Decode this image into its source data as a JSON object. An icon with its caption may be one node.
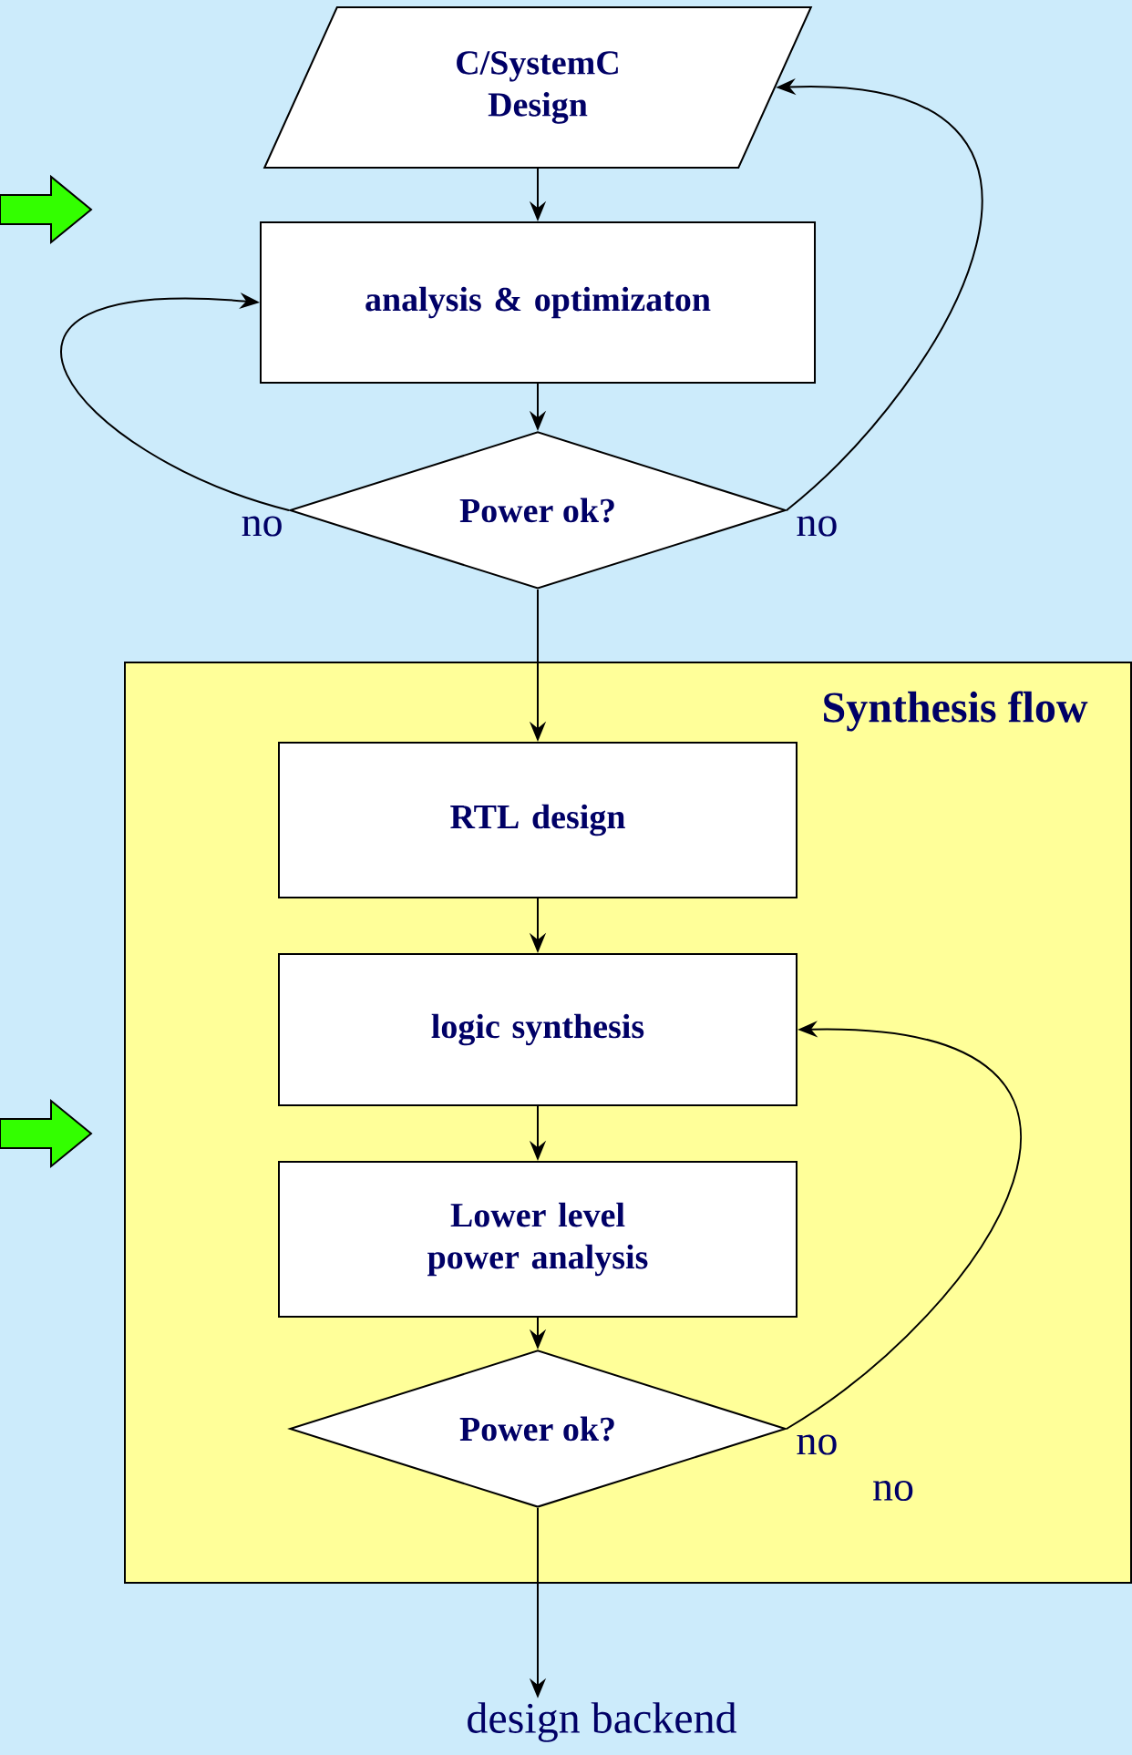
{
  "diagram": {
    "nodes": [
      {
        "text": [
          "C/SystemC Design"
        ]
      },
      {
        "text": [
          "analysis & optimizaton"
        ]
      },
      {
        "text": [
          "Power ok?"
        ]
      },
      {
        "text": [
          "Synthesis flow"
        ]
      },
      {
        "text": [
          "RTL design"
        ],
        "in": 3
      },
      {
        "text": [
          "logic synthesis"
        ],
        "in": 3
      },
      {
        "text": [
          "Lower level power analysis"
        ],
        "in": 3
      },
      {
        "text": [
          "Power ok?"
        ],
        "in": 3
      },
      {
        "text": [
          "design backend"
        ]
      }
    ],
    "edges": [
      {
        "from": 0,
        "to": 1,
        "arrow": "to"
      },
      {
        "from": 1,
        "to": 2,
        "arrow": "to"
      },
      {
        "from": 2,
        "to": 1,
        "arrow": "to",
        "label": "no"
      },
      {
        "from": 2,
        "to": 0,
        "arrow": "to",
        "label": "no"
      },
      {
        "from": 2,
        "to": 4,
        "arrow": "to"
      },
      {
        "from": 4,
        "to": 5,
        "arrow": "to"
      },
      {
        "from": 5,
        "to": 6,
        "arrow": "to"
      },
      {
        "from": 6,
        "to": 7,
        "arrow": "to"
      },
      {
        "from": 7,
        "to": 5,
        "arrow": "to",
        "label": "no"
      },
      {
        "from": 7,
        "to": 8,
        "arrow": "to"
      }
    ],
    "labels": [
      "no"
    ]
  }
}
